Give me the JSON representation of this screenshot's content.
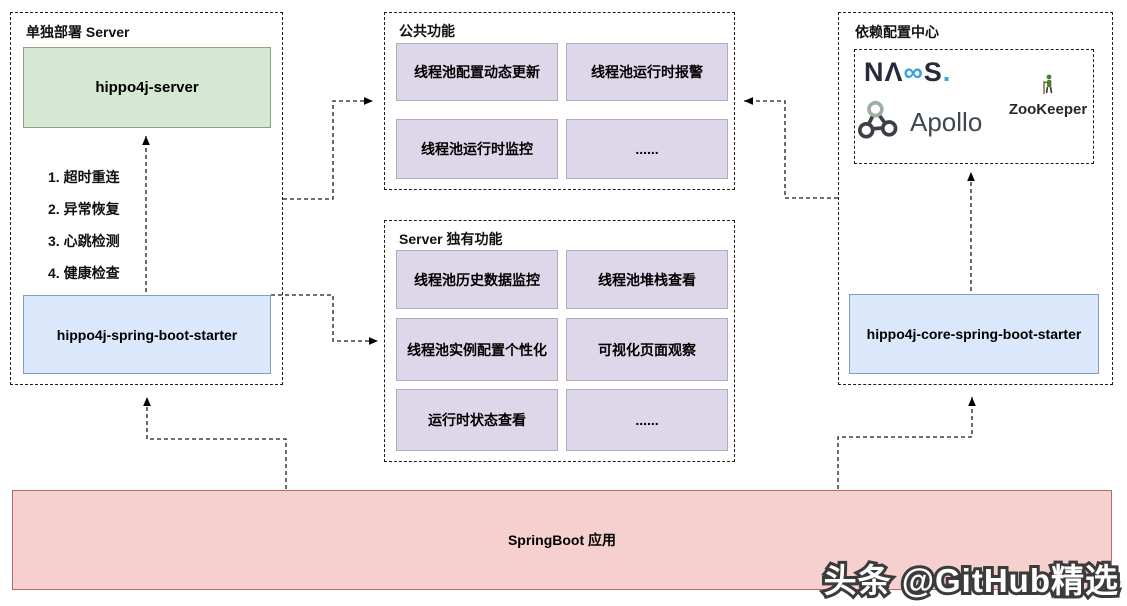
{
  "left_panel": {
    "title": "单独部署 Server",
    "server_box": "hippo4j-server",
    "features": [
      "1. 超时重连",
      "2. 异常恢复",
      "3. 心跳检测",
      "4. 健康检查"
    ],
    "starter_box": "hippo4j-spring-boot-starter"
  },
  "common_panel": {
    "title": "公共功能",
    "items": [
      "线程池配置动态更新",
      "线程池运行时报警",
      "线程池运行时监控",
      "......"
    ]
  },
  "server_panel": {
    "title": "Server 独有功能",
    "items": [
      "线程池历史数据监控",
      "线程池堆栈查看",
      "线程池实例配置个性化",
      "可视化页面观察",
      "运行时状态查看",
      "......"
    ]
  },
  "config_panel": {
    "title": "依赖配置中心",
    "nacos": {
      "n": "N",
      "a": "Λ",
      "co": "∞",
      "s": "S",
      "dot": "."
    },
    "apollo_label": "Apollo",
    "zookeeper_label": "ZooKeeper",
    "starter_box": "hippo4j-core-spring-boot-starter"
  },
  "springboot_box": "SpringBoot 应用",
  "watermark": "头条 @GitHub精选",
  "colors": {
    "green_fill": "#d5e8d4",
    "green_border": "#8aa37b",
    "blue_fill": "#dbe8fb",
    "blue_border": "#7e9ec4",
    "purple_fill": "#ded7e9",
    "purple_border": "#b3aac4",
    "pink_fill": "#f5d0ce",
    "pink_border": "#b96a6a",
    "nacos_blue": "#38a1db",
    "dashed_line": "#1c1c1c"
  }
}
